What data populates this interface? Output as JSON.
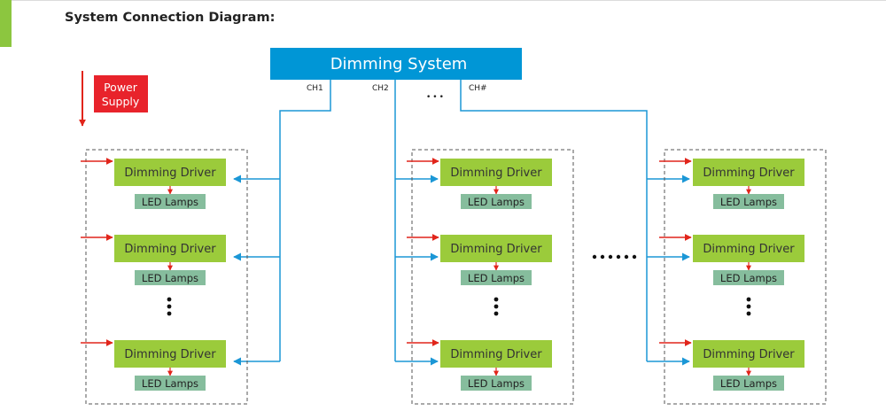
{
  "page": {
    "title": "System Connection Diagram:"
  },
  "diagram": {
    "system_label": "Dimming System",
    "channels": [
      "CH1",
      "CH2",
      "CH#"
    ],
    "channel_ellipsis": "•••",
    "power_supply": {
      "line1": "Power",
      "line2": "Supply"
    },
    "driver_label": "Dimming Driver",
    "lamp_label": "LED Lamps",
    "group_count": 3,
    "rows_shown": 3,
    "colors": {
      "system": "#0096d6",
      "driver": "#9bcb3b",
      "lamp": "#86bd9d",
      "power": "#e8232b",
      "power_arrow": "#e1251b",
      "signal": "#1b97d6",
      "border": "#555555"
    }
  }
}
